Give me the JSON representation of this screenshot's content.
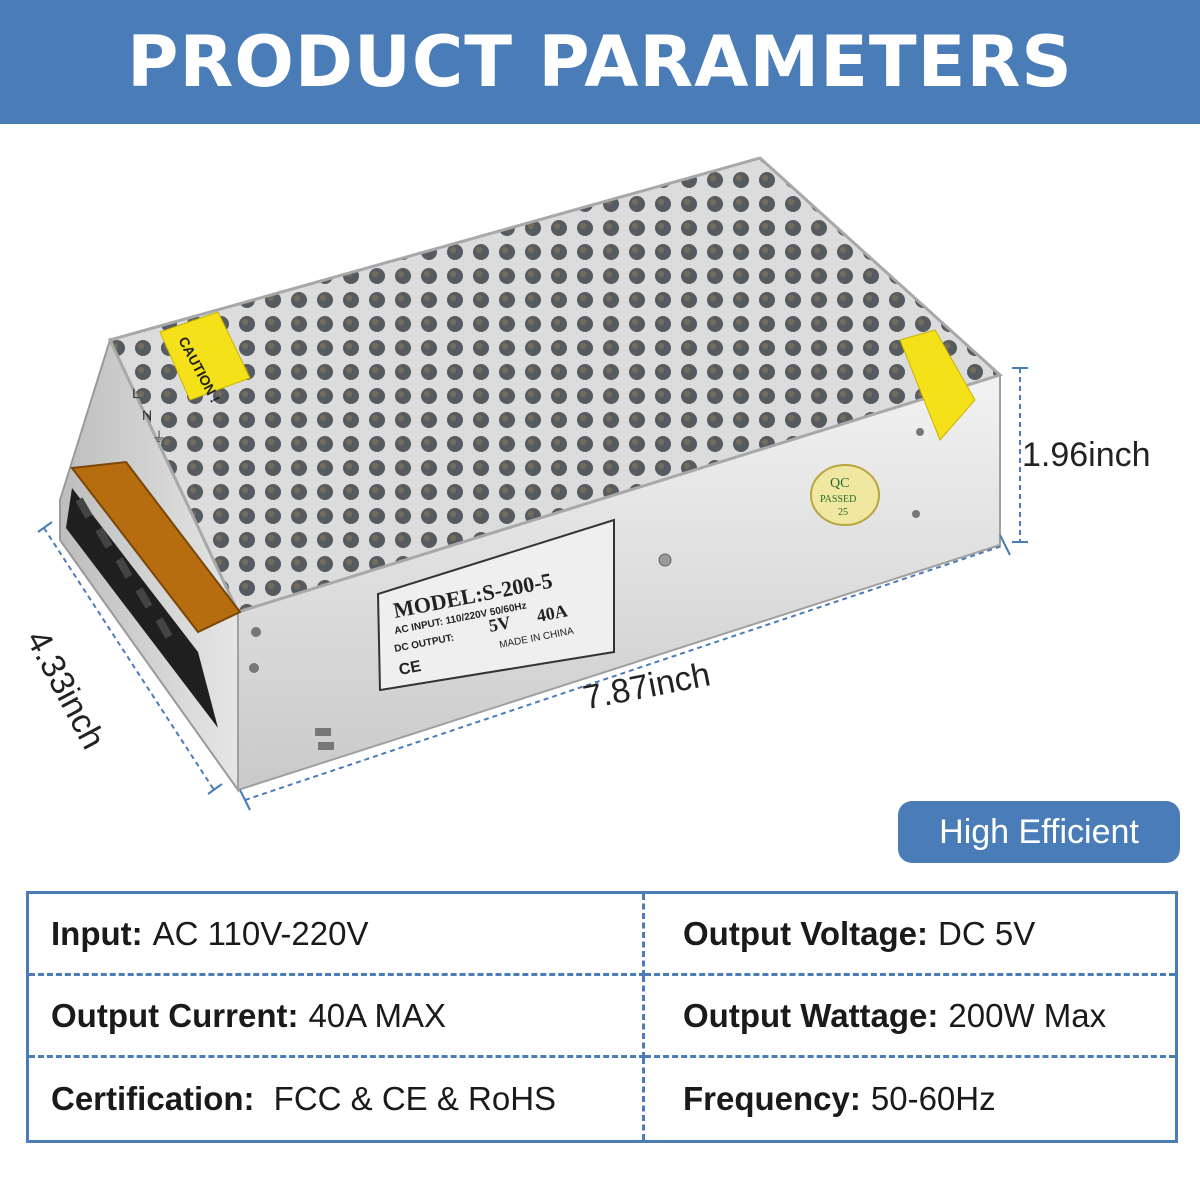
{
  "banner": {
    "title": "PRODUCT PARAMETERS"
  },
  "product": {
    "label": {
      "model": "MODEL:S-200-5",
      "ac_input": "AC INPUT: 110/220V 50/60Hz",
      "dc_output": "DC OUTPUT:",
      "voltage": "5V",
      "current": "40A",
      "origin": "MADE IN CHINA",
      "ce": "CE"
    },
    "caution": "CAUTION !",
    "qc": {
      "line1": "QC",
      "line2": "PASSED",
      "line3": "25"
    },
    "terminal_markings": [
      "L",
      "N",
      "⏚"
    ]
  },
  "dimensions": {
    "height": "1.96inch",
    "width": "7.87inch",
    "depth": "4.33inch"
  },
  "badge": "High Efficient",
  "specs": [
    {
      "label": "Input:",
      "value": "AC 110V-220V"
    },
    {
      "label": "Output Voltage:",
      "value": "DC 5V"
    },
    {
      "label": "Output Current:",
      "value": "40A MAX"
    },
    {
      "label": "Output Wattage:",
      "value": "200W Max"
    },
    {
      "label": "Certification:",
      "value": " FCC & CE & RoHS"
    },
    {
      "label": "Frequency:",
      "value": "50-60Hz"
    }
  ],
  "colors": {
    "accent": "#4a7db8",
    "caution_yellow": "#f5e11a",
    "terminal_amber": "#d98a1a",
    "metal": "#e4e4e4"
  }
}
